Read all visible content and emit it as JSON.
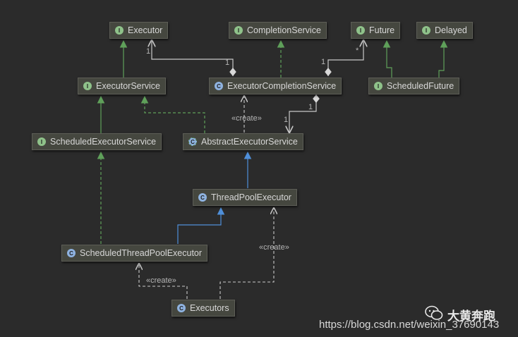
{
  "nodes": [
    {
      "id": "executor",
      "kind": "interface",
      "badge": "I",
      "label": "Executor"
    },
    {
      "id": "completion-service",
      "kind": "interface",
      "badge": "I",
      "label": "CompletionService"
    },
    {
      "id": "future",
      "kind": "interface",
      "badge": "I",
      "label": "Future"
    },
    {
      "id": "delayed",
      "kind": "interface",
      "badge": "I",
      "label": "Delayed"
    },
    {
      "id": "executor-service",
      "kind": "interface",
      "badge": "I",
      "label": "ExecutorService"
    },
    {
      "id": "executor-completion-service",
      "kind": "class",
      "badge": "C",
      "label": "ExecutorCompletionService"
    },
    {
      "id": "scheduled-future",
      "kind": "interface",
      "badge": "I",
      "label": "ScheduledFuture"
    },
    {
      "id": "scheduled-executor-service",
      "kind": "interface",
      "badge": "I",
      "label": "ScheduledExecutorService"
    },
    {
      "id": "abstract-executor-service",
      "kind": "abstract",
      "badge": "C",
      "label": "AbstractExecutorService"
    },
    {
      "id": "thread-pool-executor",
      "kind": "class",
      "badge": "C",
      "label": "ThreadPoolExecutor"
    },
    {
      "id": "scheduled-thread-pool-executor",
      "kind": "class",
      "badge": "C",
      "label": "ScheduledThreadPoolExecutor"
    },
    {
      "id": "executors",
      "kind": "class",
      "badge": "C",
      "label": "Executors"
    }
  ],
  "edge_labels": {
    "mult_ecs_executor_near": "1",
    "mult_ecs_executor_far": "1",
    "mult_ecs_future": "*",
    "mult_ecs_future_near": "1",
    "mult_ecs_aes_top": "1",
    "mult_ecs_aes_bottom": "1",
    "create_aes_ecs": "«create»",
    "create_executors_tpe": "«create»",
    "create_executors_stpe": "«create»"
  },
  "watermark": {
    "brand": "大黄奔跑",
    "url": "https://blog.csdn.net/weixin_37690143"
  },
  "colors": {
    "background": "#2b2b2b",
    "node_fill": "#45473f",
    "interface_badge": "#8fc28a",
    "class_badge": "#8fb3e0",
    "extends_interface_line": "#5fa05a",
    "extends_class_line": "#4f8fd9",
    "association_line": "#c8c8c8"
  }
}
